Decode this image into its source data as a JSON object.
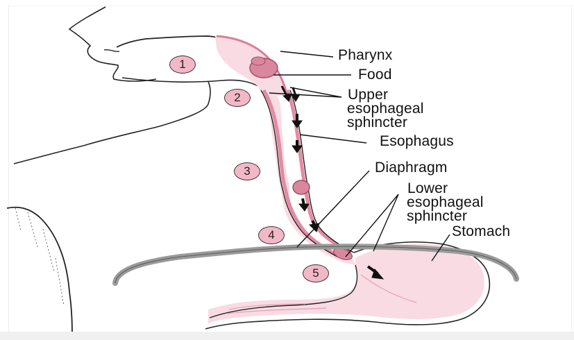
{
  "labels": {
    "pharynx": "Pharynx",
    "food": "Food",
    "upper_sphincter": [
      "Upper",
      "esophageal",
      "sphincter"
    ],
    "esophagus": "Esophagus",
    "diaphragm": "Diaphragm",
    "lower_sphincter": [
      "Lower",
      "esophageal",
      "sphincter"
    ],
    "stomach": "Stomach"
  },
  "steps": [
    "1",
    "2",
    "3",
    "4",
    "5"
  ],
  "colors": {
    "tissue": "#f8dbe3",
    "wall": "#e79bb1",
    "food": "#d9879f",
    "step_fill": "#f3b8c7",
    "diaphragm": "#999999",
    "outline": "#222222"
  }
}
